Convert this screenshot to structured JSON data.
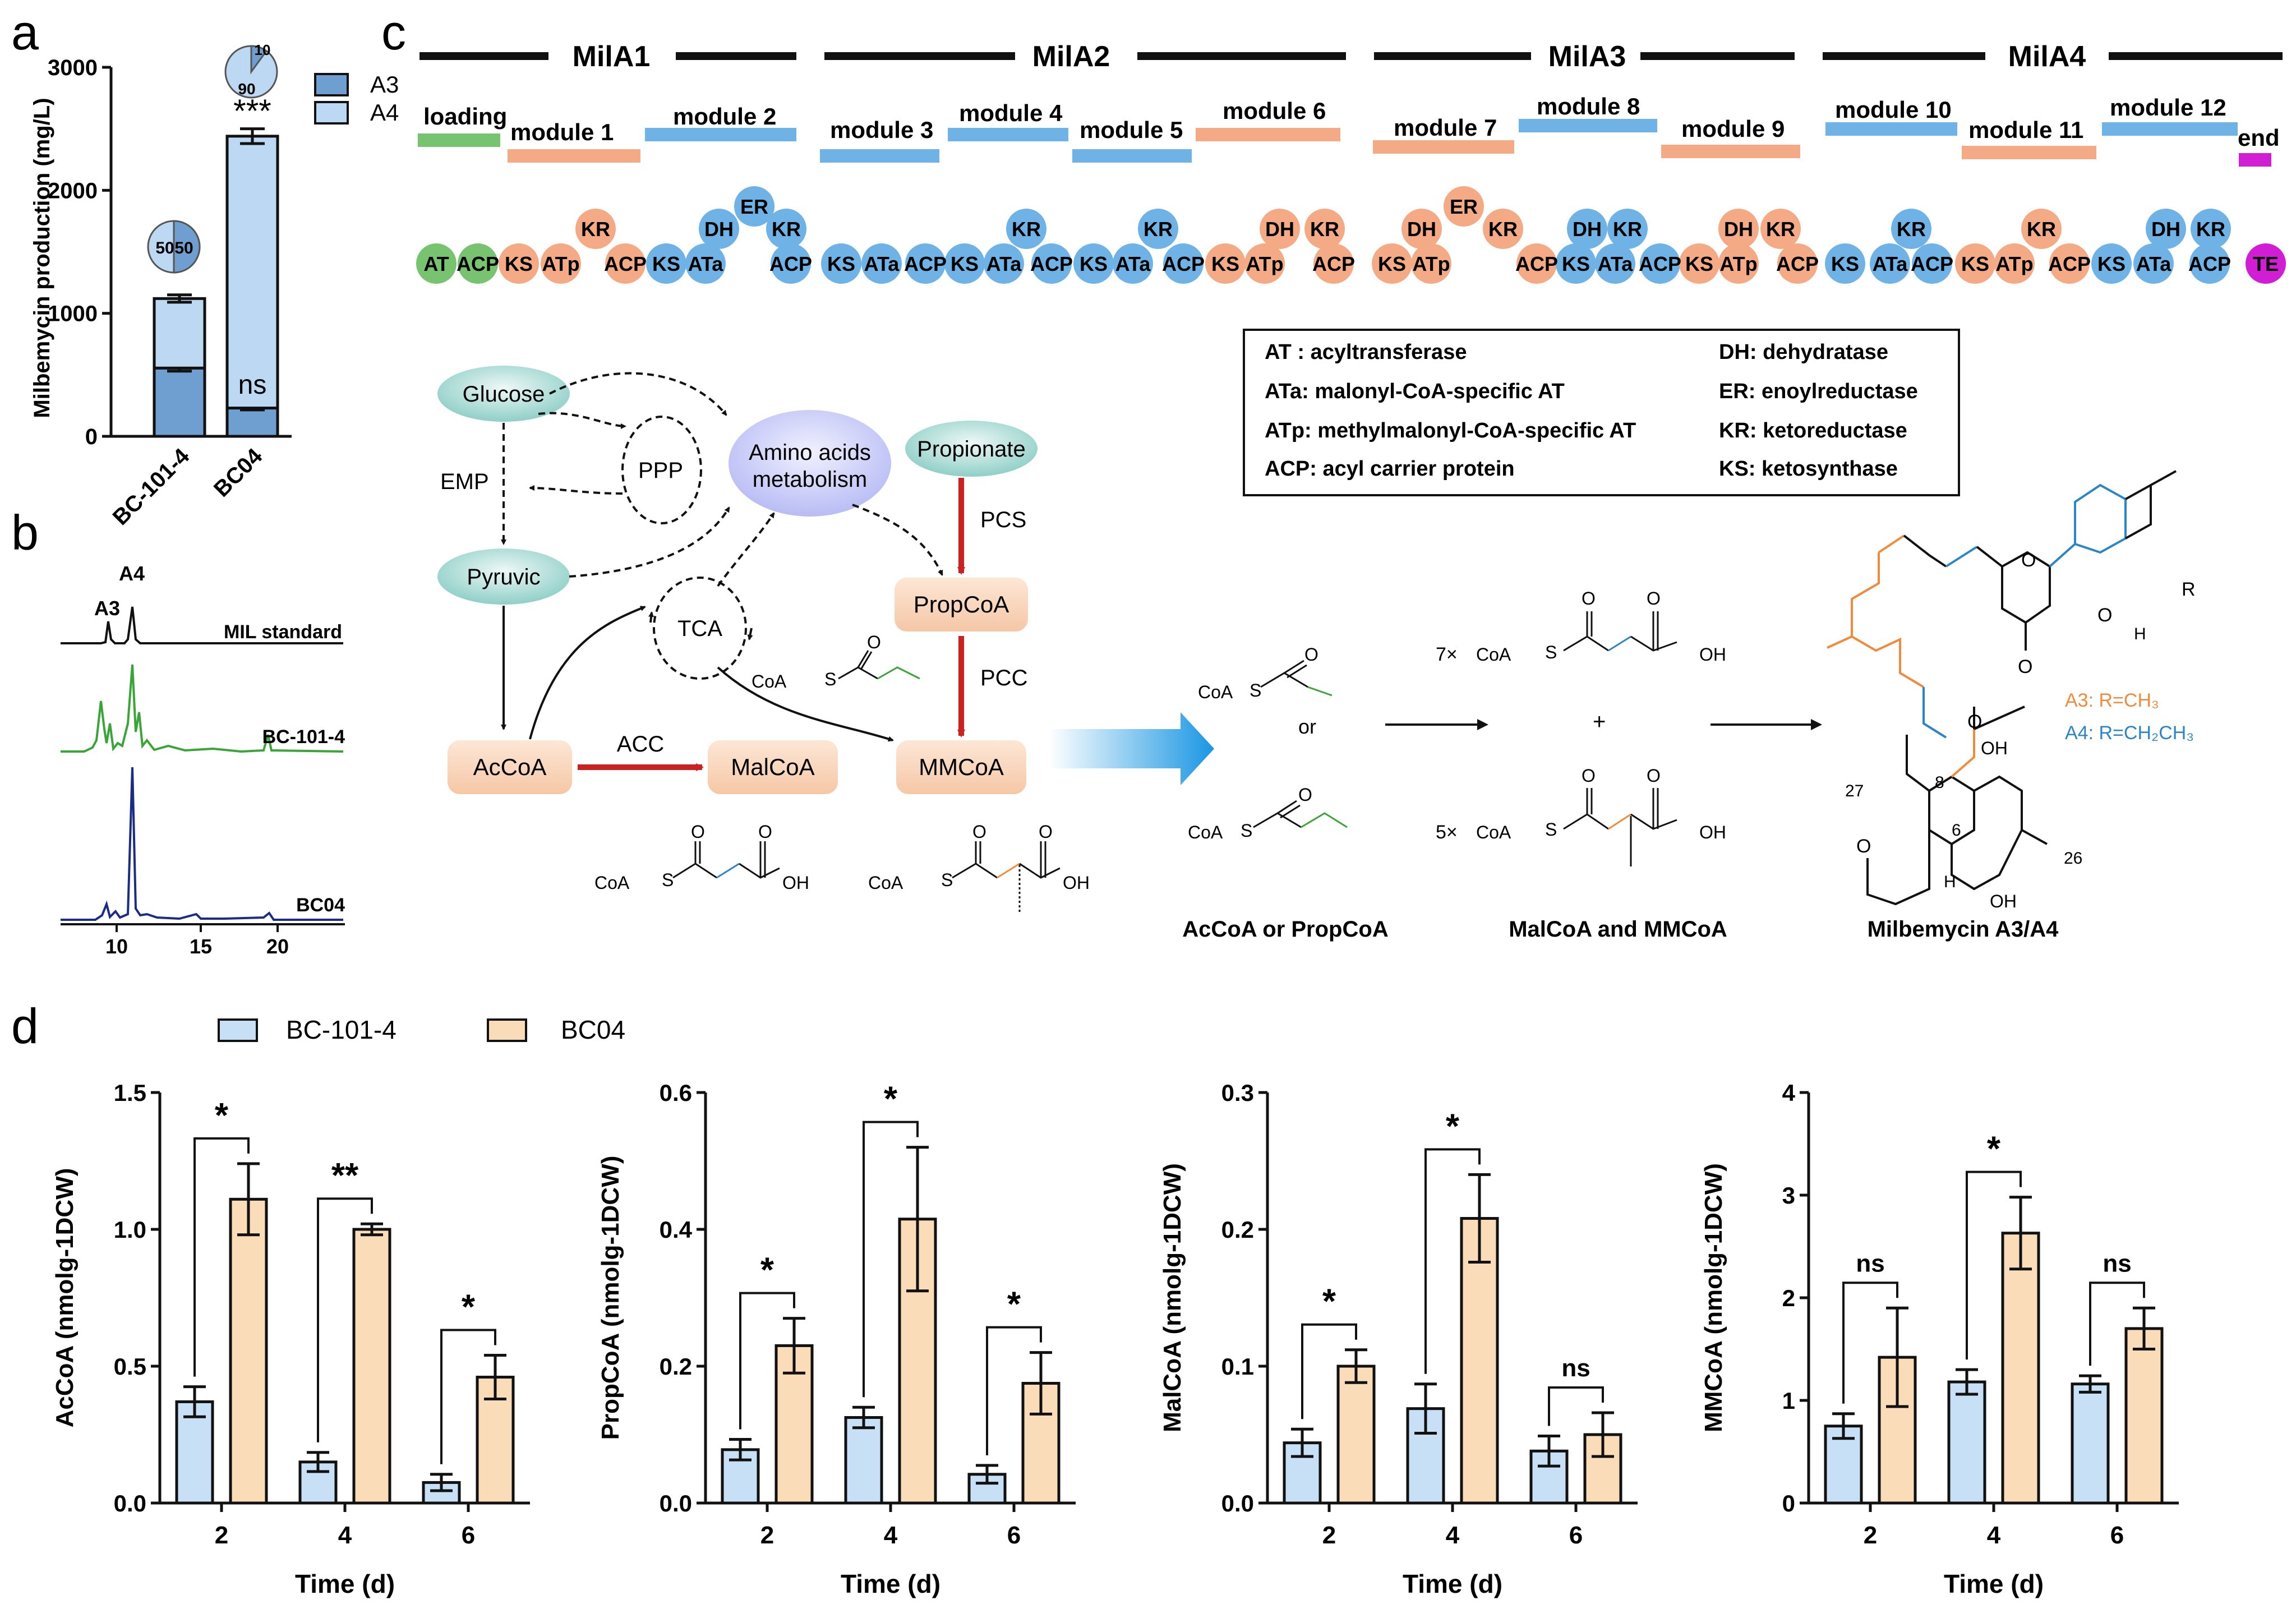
{
  "panel_labels": {
    "a": "a",
    "b": "b",
    "c": "c",
    "d": "d"
  },
  "colors": {
    "blue_dark": "#6f9fd0",
    "blue_light": "#bcd8f3",
    "orange_light": "#f8d8b7",
    "pk_blue": "#6fb3e6",
    "pk_orange": "#f4ab85",
    "pk_green": "#78c36f",
    "pk_magenta": "#d11ed4",
    "bar_blue": "#c7e0f6",
    "bar_orange": "#fadcb9",
    "red_arrow": "#cf1f1f",
    "trace_black": "#111111",
    "trace_green": "#3aa537",
    "trace_navy": "#1b2c86"
  },
  "panel_a": {
    "ylabel": "Milbemycin production (mg/L)",
    "legend": [
      "A3",
      "A4"
    ],
    "pie1": {
      "a": "50",
      "b": "50"
    },
    "pie2": {
      "a": "10",
      "b": "90"
    },
    "sig_total": "***",
    "sig_a3": "ns"
  },
  "panel_b": {
    "peaks": [
      "A3",
      "A4"
    ],
    "trace_labels": [
      "MIL standard",
      "BC-101-4",
      "BC04"
    ],
    "ticks": [
      "10",
      "15",
      "20"
    ]
  },
  "panel_c": {
    "enzymes": [
      "MilA1",
      "MilA2",
      "MilA3",
      "MilA4"
    ],
    "modules": [
      "loading",
      "module 1",
      "module 2",
      "module 3",
      "module 4",
      "module 5",
      "module 6",
      "module 7",
      "module 8",
      "module 9",
      "module 10",
      "module 11",
      "module 12",
      "end"
    ],
    "legend_left": [
      "AT : acyltransferase",
      "ATa: malonyl-CoA-specific AT",
      "ATp: methylmalonyl-CoA-specific AT",
      "ACP: acyl carrier protein"
    ],
    "legend_right": [
      "DH: dehydratase",
      "ER: enoylreductase",
      "KR: ketoreductase",
      "KS: ketosynthase"
    ],
    "pathway": {
      "glucose": "Glucose",
      "pyruvic": "Pyruvic",
      "acoa": "AcCoA",
      "malcoa": "MalCoA",
      "propionate": "Propionate",
      "propcoa": "PropCoA",
      "mmcoa": "MMCoA",
      "amino1": "Amino acids",
      "amino2": "metabolism",
      "emp": "EMP",
      "ppp": "PPP",
      "tca": "TCA",
      "acc": "ACC",
      "pcs": "PCS",
      "pcc": "PCC"
    },
    "chem": {
      "coa": "CoA",
      "s": "S",
      "oh": "OH",
      "o": "O",
      "or": "or",
      "plus": "+",
      "h": "H",
      "n7": "7×",
      "n5": "5×",
      "label1": "AcCoA or PropCoA",
      "label2": "MalCoA and MMCoA",
      "label3": "Milbemycin A3/A4",
      "a3": "A3: R=CH₃",
      "a4": "A4: R=CH₂CH₃",
      "r": "R",
      "n27": "27",
      "n8": "8",
      "n6": "6",
      "n26": "26"
    }
  },
  "panel_d_legend": [
    "BC-101-4",
    "BC04"
  ],
  "chart_data": [
    {
      "type": "bar",
      "title": "",
      "xlabel": "",
      "ylabel": "Milbemycin production (mg/L)",
      "categories": [
        "BC-101-4",
        "BC04"
      ],
      "series": [
        {
          "name": "A3",
          "values": [
            555,
            230
          ],
          "errors": [
            25,
            15
          ]
        },
        {
          "name": "A4",
          "values": [
            565,
            2210
          ],
          "errors": [
            30,
            60
          ]
        }
      ],
      "ylim": [
        0,
        3000
      ],
      "yticks": [
        "0",
        "1000",
        "2000",
        "3000"
      ],
      "stacked": true
    },
    {
      "type": "bar",
      "xlabel": "Time (d)",
      "ylabel": "AcCoA (nmolg-1DCW)",
      "categories": [
        "2",
        "4",
        "6"
      ],
      "ylim": [
        0,
        1.5
      ],
      "yticks": [
        "0.0",
        "0.5",
        "1.0",
        "1.5"
      ],
      "series": [
        {
          "name": "BC-101-4",
          "values": [
            0.37,
            0.15,
            0.075
          ],
          "errors": [
            0.055,
            0.035,
            0.03
          ]
        },
        {
          "name": "BC04",
          "values": [
            1.11,
            1.0,
            0.46
          ],
          "errors": [
            0.13,
            0.02,
            0.08
          ]
        }
      ],
      "significance": [
        "*",
        "**",
        "*"
      ]
    },
    {
      "type": "bar",
      "xlabel": "Time (d)",
      "ylabel": "PropCoA (nmolg-1DCW)",
      "categories": [
        "2",
        "4",
        "6"
      ],
      "ylim": [
        0,
        0.6
      ],
      "yticks": [
        "0.0",
        "0.2",
        "0.4",
        "0.6"
      ],
      "series": [
        {
          "name": "BC-101-4",
          "values": [
            0.078,
            0.125,
            0.042
          ],
          "errors": [
            0.015,
            0.015,
            0.013
          ]
        },
        {
          "name": "BC04",
          "values": [
            0.23,
            0.415,
            0.175
          ],
          "errors": [
            0.04,
            0.105,
            0.045
          ]
        }
      ],
      "significance": [
        "*",
        "*",
        "*"
      ]
    },
    {
      "type": "bar",
      "xlabel": "Time (d)",
      "ylabel": "MalCoA (nmolg-1DCW)",
      "categories": [
        "2",
        "4",
        "6"
      ],
      "ylim": [
        0,
        0.3
      ],
      "yticks": [
        "0.0",
        "0.1",
        "0.2",
        "0.3"
      ],
      "series": [
        {
          "name": "BC-101-4",
          "values": [
            0.044,
            0.069,
            0.038
          ],
          "errors": [
            0.01,
            0.018,
            0.011
          ]
        },
        {
          "name": "BC04",
          "values": [
            0.1,
            0.208,
            0.05
          ],
          "errors": [
            0.012,
            0.032,
            0.016
          ]
        }
      ],
      "significance": [
        "*",
        "*",
        "ns"
      ]
    },
    {
      "type": "bar",
      "xlabel": "Time (d)",
      "ylabel": "MMCoA (nmolg-1DCW)",
      "categories": [
        "2",
        "4",
        "6"
      ],
      "ylim": [
        0,
        4
      ],
      "yticks": [
        "0",
        "1",
        "2",
        "3",
        "4"
      ],
      "series": [
        {
          "name": "BC-101-4",
          "values": [
            0.75,
            1.18,
            1.16
          ],
          "errors": [
            0.12,
            0.12,
            0.08
          ]
        },
        {
          "name": "BC04",
          "values": [
            1.42,
            2.63,
            1.7
          ],
          "errors": [
            0.48,
            0.35,
            0.2
          ]
        }
      ],
      "significance": [
        "ns",
        "*",
        "ns"
      ]
    }
  ]
}
